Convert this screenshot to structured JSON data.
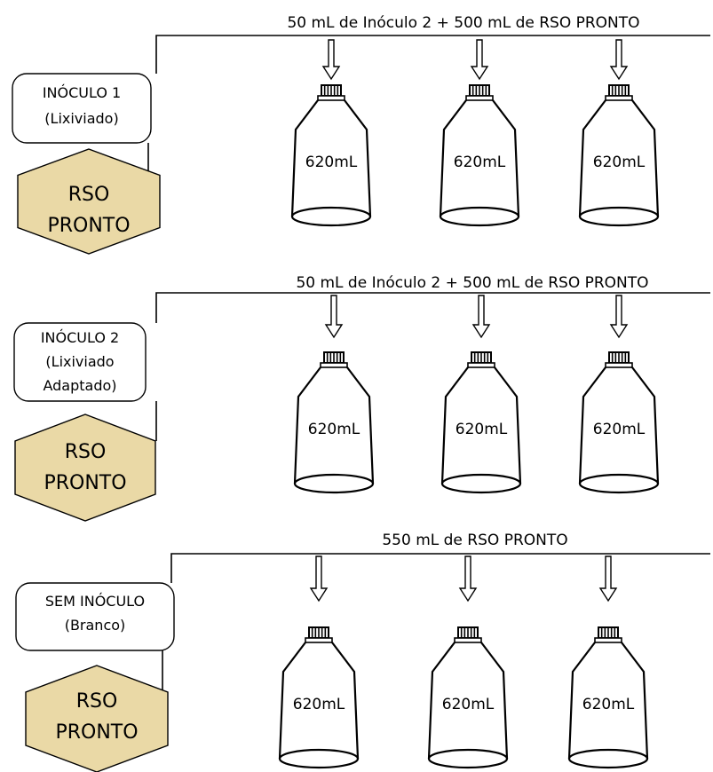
{
  "rows": [
    {
      "feed_label": "50 mL de Inóculo 2 + 500 mL de RSO PRONTO",
      "inoculum_lines": [
        "INÓCULO 1",
        "(Lixiviado)"
      ],
      "substrate_lines": [
        "RSO",
        "PRONTO"
      ],
      "bottle_volumes": [
        "620mL",
        "620mL",
        "620mL"
      ]
    },
    {
      "feed_label": "50 mL de Inóculo 2 + 500 mL de RSO PRONTO",
      "inoculum_lines": [
        "INÓCULO 2",
        "(Lixiviado",
        "Adaptado)"
      ],
      "substrate_lines": [
        "RSO",
        "PRONTO"
      ],
      "bottle_volumes": [
        "620mL",
        "620mL",
        "620mL"
      ]
    },
    {
      "feed_label": "550 mL de RSO PRONTO",
      "inoculum_lines": [
        "SEM INÓCULO",
        "(Branco)"
      ],
      "substrate_lines": [
        "RSO",
        "PRONTO"
      ],
      "bottle_volumes": [
        "620mL",
        "620mL",
        "620mL"
      ]
    }
  ],
  "colors": {
    "hexagon_fill": "#ead9a6",
    "stroke": "#000000",
    "background": "#ffffff"
  }
}
